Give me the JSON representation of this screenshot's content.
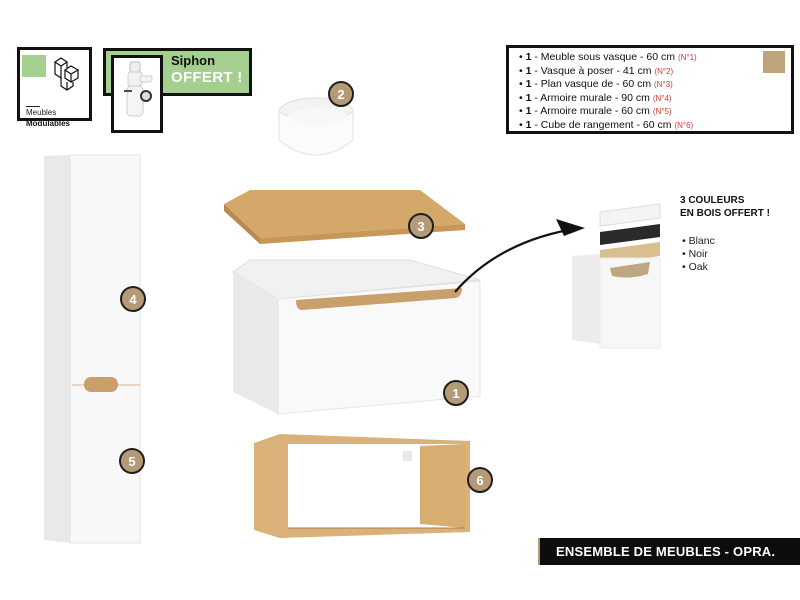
{
  "badges": {
    "modular": {
      "line1": "Meubles",
      "line2": "Modulables"
    },
    "siphon": {
      "title": "Siphon",
      "subtitle": "OFFERT !"
    }
  },
  "contents": {
    "items": [
      {
        "qty": "1",
        "text": " - Meuble sous vasque - 60 cm ",
        "ref": "(N°1)"
      },
      {
        "qty": "1",
        "text": " - Vasque à poser - 41 cm ",
        "ref": "(N°2)"
      },
      {
        "qty": "1",
        "text": " - Plan vasque de - 60 cm ",
        "ref": "(N°3)"
      },
      {
        "qty": "1",
        "text": " - Armoire murale - 90 cm ",
        "ref": "(N°4)"
      },
      {
        "qty": "1",
        "text": " - Armoire murale - 60 cm ",
        "ref": "(N°5)"
      },
      {
        "qty": "1",
        "text": " - Cube de rangement - 60 cm ",
        "ref": "(N°6)"
      }
    ],
    "bullet": "•"
  },
  "numbers": [
    "1",
    "2",
    "3",
    "4",
    "5",
    "6"
  ],
  "colors": {
    "title_line1": "3 COULEURS",
    "title_line2": "EN BOIS OFFERT !",
    "options": [
      "• Blanc",
      "• Noir",
      "• Oak"
    ]
  },
  "footer": {
    "banner": "ENSEMBLE DE MEUBLES - OPRA."
  },
  "palette": {
    "badge": "#b49a76",
    "green": "#a5cf8f",
    "oak": "#c9a06b",
    "ref_red": "#d23b2e"
  }
}
